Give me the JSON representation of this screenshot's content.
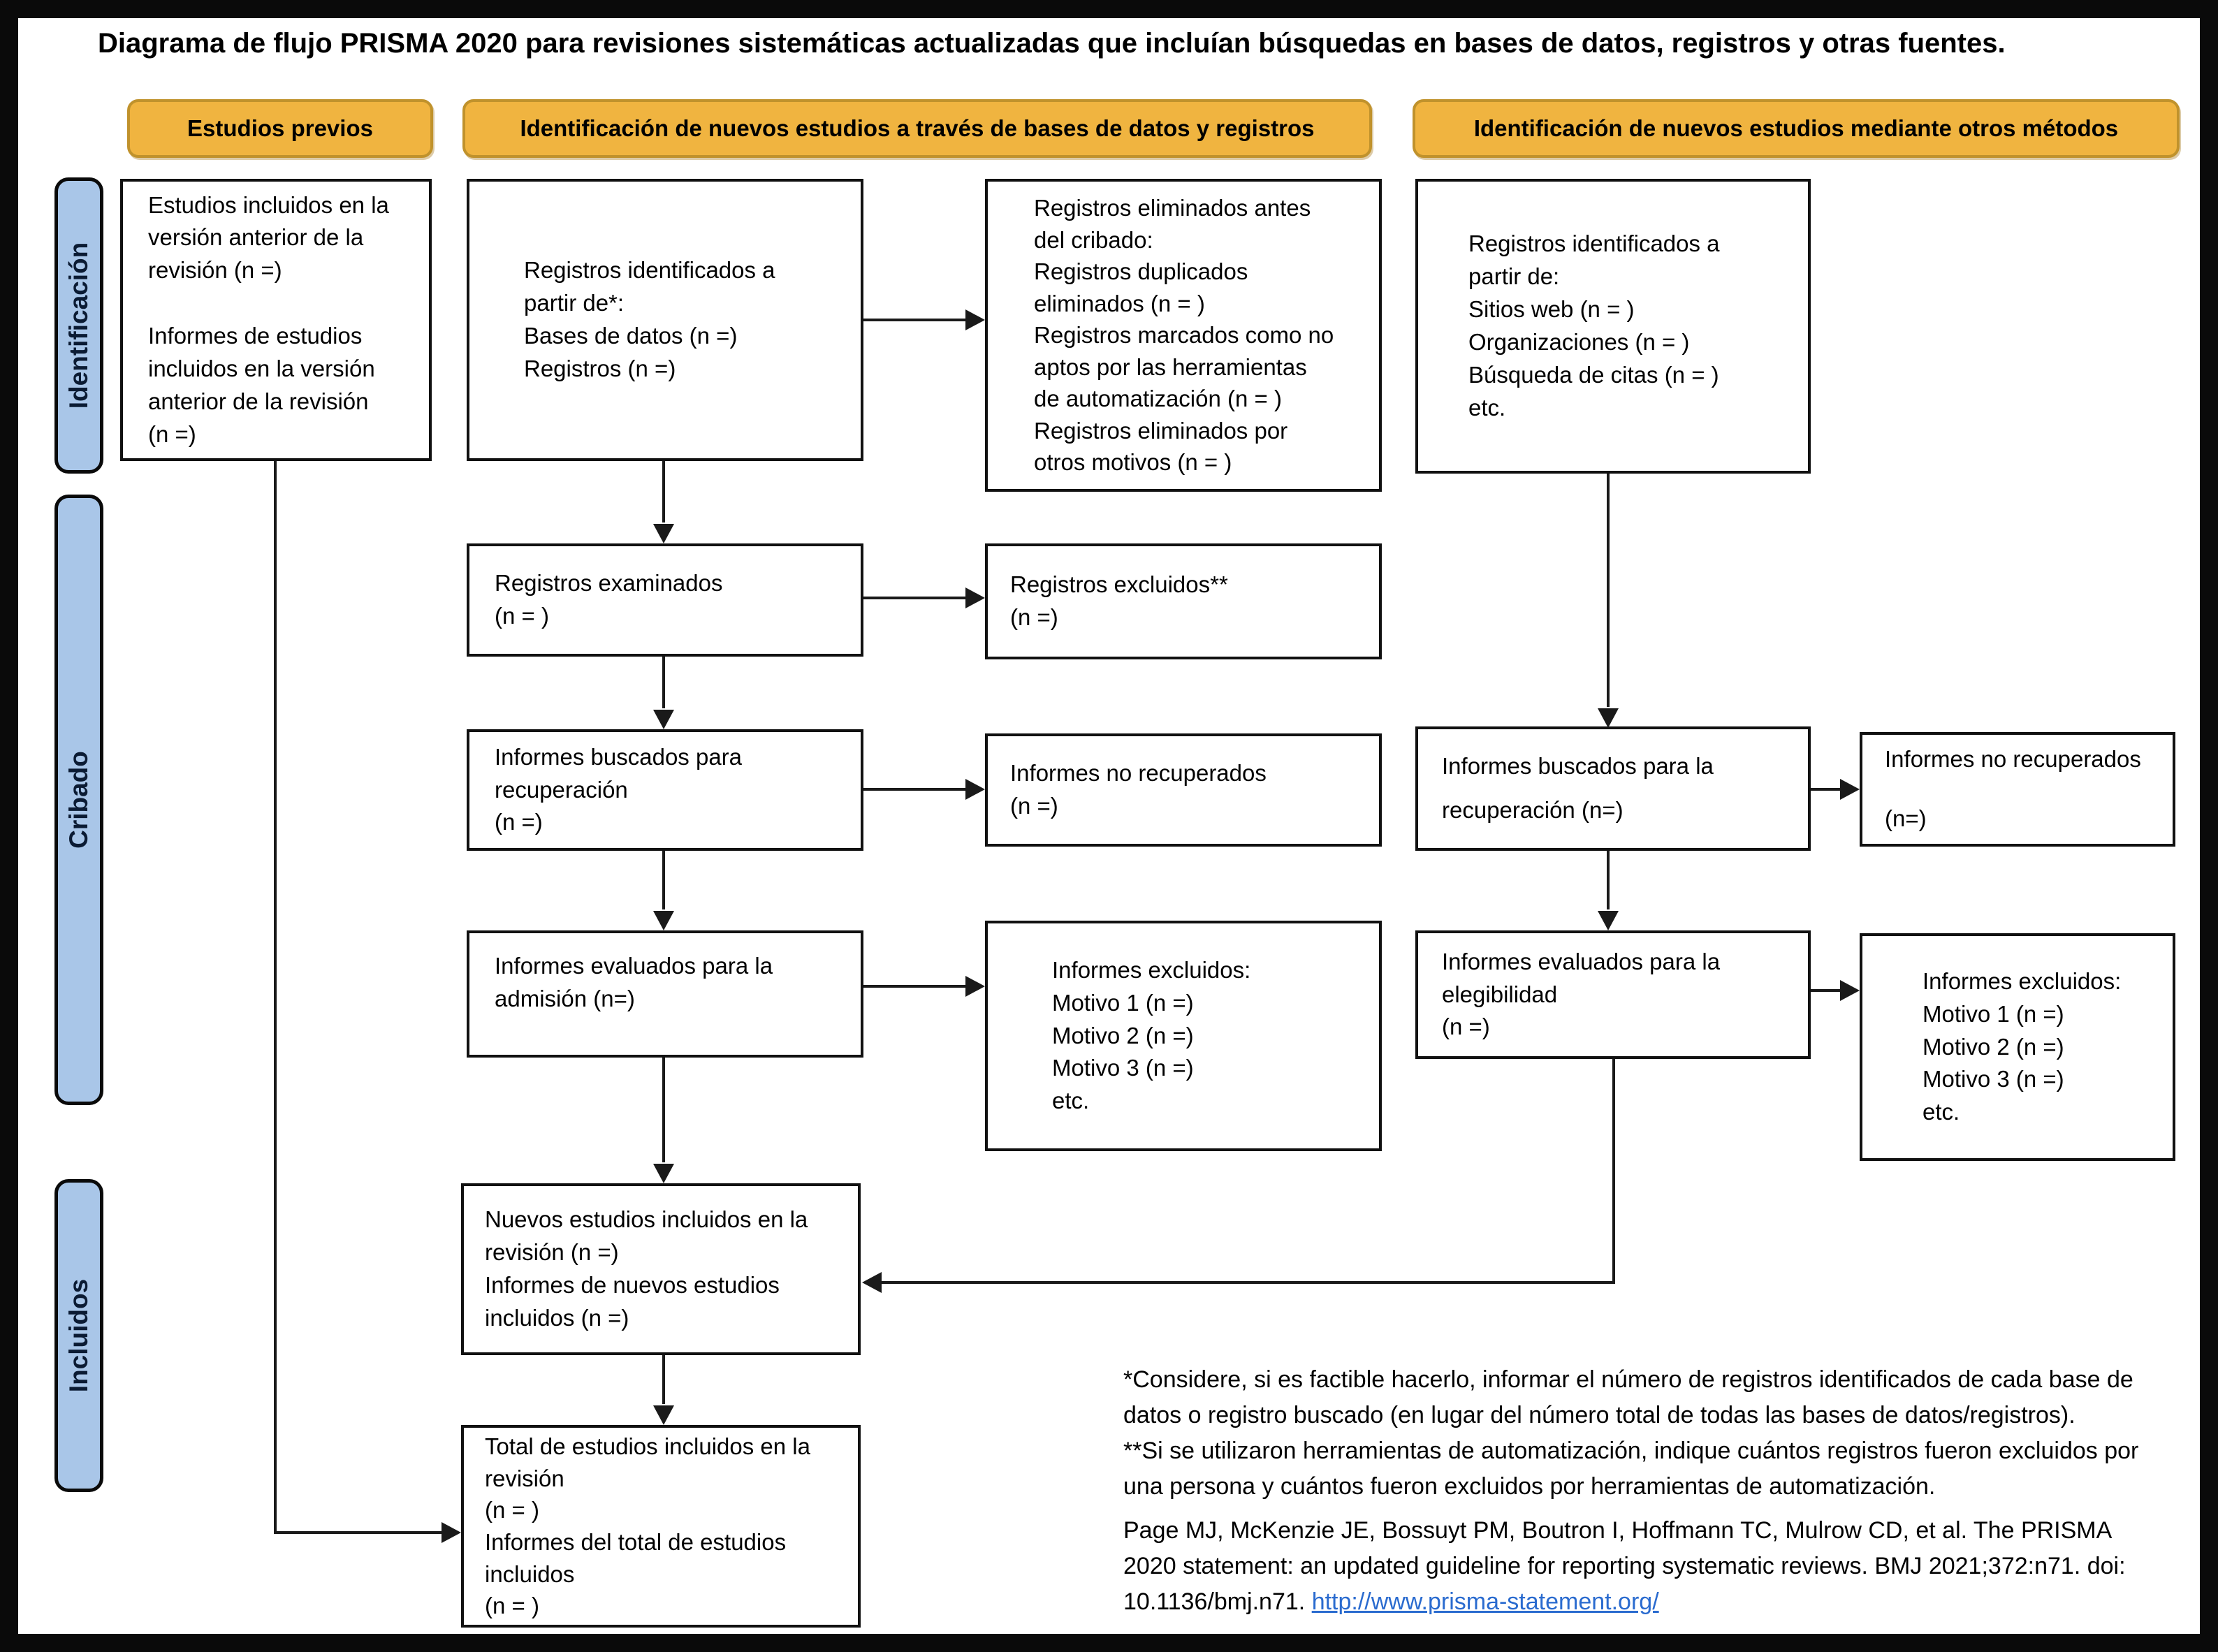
{
  "title": "Diagrama de flujo PRISMA 2020 para revisiones sistemáticas actualizadas que incluían búsquedas en bases de datos, registros y otras fuentes.",
  "headers": {
    "previous": "Estudios previos",
    "databases": "Identificación de nuevos estudios a través de bases de datos y registros",
    "other_methods": "Identificación de nuevos estudios mediante otros métodos"
  },
  "stages": {
    "identification": "Identificación",
    "screening": "Cribado",
    "included": "Incluidos"
  },
  "boxes": {
    "previous_studies": "Estudios incluidos en la\nversión anterior de la\nrevisión (n =)\n\nInformes de estudios\nincluidos en la versión\nanterior de la revisión\n(n =)",
    "records_identified": "Registros identificados a\npartir de*:\nBases de datos (n =)\nRegistros (n =)",
    "records_removed": "Registros eliminados antes\ndel cribado:\nRegistros duplicados\neliminados (n = )\nRegistros marcados como no\naptos por las herramientas\nde automatización (n = )\nRegistros eliminados por\notros motivos (n = )",
    "records_identified_other": "Registros identificados a\npartir de:\nSitios web (n = )\nOrganizaciones (n = )\nBúsqueda de citas (n = )\netc.",
    "records_screened": "Registros examinados\n(n = )",
    "records_excluded": "Registros excluidos**\n(n =)",
    "reports_sought": "Informes buscados para\nrecuperación\n(n =)",
    "reports_not_retrieved": "Informes no recuperados\n(n =)",
    "reports_sought_other": "Informes buscados para la\nrecuperación (n=)",
    "reports_not_retrieved_other": "Informes no recuperados\n\n(n=)",
    "reports_assessed": "Informes evaluados para la\nadmisión (n=)",
    "reports_excluded": "Informes excluidos:\nMotivo 1 (n =)\nMotivo 2 (n =)\nMotivo 3 (n =)\netc.",
    "reports_assessed_other": "Informes evaluados para la\nelegibilidad\n(n =)",
    "reports_excluded_other": "Informes excluidos:\nMotivo 1 (n =)\nMotivo 2 (n =)\nMotivo 3 (n =)\netc.",
    "new_studies_included": "Nuevos estudios incluidos en la\nrevisión (n =)\nInformes de nuevos estudios\nincluidos (n =)",
    "total_studies_included": "Total de estudios incluidos en la\nrevisión\n(n = )\nInformes del total de estudios\nincluidos\n(n = )"
  },
  "footnotes": "*Considere, si es factible hacerlo, informar el número de registros identificados de cada base de\ndatos o registro buscado (en lugar del número total de todas las bases de datos/registros).\n**Si se utilizaron herramientas de automatización, indique cuántos registros fueron excluidos por\nuna persona y cuántos fueron excluidos por herramientas de automatización.",
  "citation": {
    "text": "Page MJ, McKenzie JE, Bossuyt PM, Boutron I, Hoffmann TC, Mulrow CD, et al. The PRISMA\n2020 statement: an updated guideline for reporting systematic reviews. BMJ 2021;372:n71. doi:\n10.1136/bmj.n71. ",
    "link": "http://www.prisma-statement.org/"
  },
  "colors": {
    "header_orange": "#F0B440",
    "header_orange_border": "#C0922C",
    "stage_blue": "#A9C6E8",
    "link_blue": "#2A6BCF",
    "line_black": "#1a1a1a"
  }
}
